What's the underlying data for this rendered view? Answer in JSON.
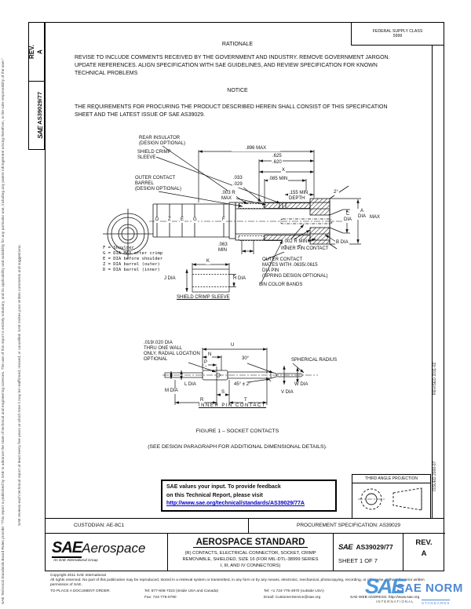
{
  "margins": {
    "disclaimer_left_1": "SAE Technical Standards Board Rules provide: \"This report is published by SAE to advance the state of technical and engineering sciences. The use of this report is entirely voluntary, and its applicability and suitability for any particular use, including any patent infringement arising therefrom, is the sole responsibility of the user.\"",
    "disclaimer_left_2": "SAE reviews each technical report at least every five years at which time it may be reaffirmed, revised, or cancelled. SAE invites your written comments and suggestions.",
    "revised": "REVISED 2011-02",
    "issued": "ISSUED 2000-07"
  },
  "sidebar": {
    "rev_block": "REV.\nA",
    "brand": "SAE",
    "doc_number": "AS39029/77"
  },
  "header": {
    "fsc_line1": "FEDERAL SUPPLY CLASS",
    "fsc_line2": "5999",
    "rationale_title": "RATIONALE",
    "rationale_body": "REVISE TO INCLUDE COMMENTS RECEIVED BY THE GOVERNMENT AND INDUSTRY. REMOVE GOVERNMENT JARGON. UPDATE REFERENCES. ALIGN SPECIFICATION WITH SAE GUIDELINES, AND REVIEW SPECIFICATION FOR KNOWN TECHNICAL PROBLEMS",
    "notice_title": "NOTICE",
    "notice_body": "THE REQUIREMENTS FOR PROCURING THE PRODUCT DESCRIBED HEREIN SHALL CONSIST OF THIS SPECIFICATION SHEET AND THE LATEST ISSUE OF SAE AS39029."
  },
  "figure": {
    "caption": "FIGURE 1 – SOCKET CONTACTS",
    "subcaption": "(SEE DESIGN PARAGRAPH FOR ADDITIONAL DIMENSIONAL DETAILS).",
    "labels": {
      "rear_insulator": "REAR INSULATOR\n(DESIGN OPTIONAL)",
      "shield_crimp_sleeve": "SHIELD CRIMP\nSLEEVE",
      "outer_contact_barrel": "OUTER CONTACT\nBARREL\n(DESIGN OPTIONAL)",
      "dim_896": ".896 MAX",
      "dim_625": ".625",
      "dim_620": ".620",
      "dim_x": "X",
      "dim_085": ".085 MIN",
      "dim_033": ".033",
      "dim_029": ".029",
      "dim_003r": ".003 R\nMAX",
      "dim_155": ".155 MIN\nDEPTH",
      "angle_2": "2°",
      "dim_c": "C\nDIA",
      "dim_a": "A\nDIA",
      "dim_a_max": "MAX",
      "dim_b": "B DIA",
      "dim_063": ".063\nMIN",
      "dim_002r": ".002 R MIN",
      "inner_pin_contact": "INNER PIN CONTACT",
      "outer_contact_mates": "OUTER CONTACT\nMATES WITH .0635/.0615\nDIA PIN\n(SPRING DESIGN OPTIONAL)",
      "bin_color_bands": "BIN COLOR BANDS",
      "letter_d": "D",
      "letter_z": "Z",
      "letter_e": "E",
      "letter_g": "G",
      "letter_f": "F",
      "legend": "F = Shoulder\nG = DIA MAX after crimp\nE = DIA before shoulder\nZ = DIA barrel (outer)\nD = DIA barrel (inner)",
      "sleeve_k": "K",
      "sleeve_j": "J DIA",
      "sleeve_h": "H DIA",
      "sleeve_caption": "SHIELD CRIMP SLEEVE",
      "pin_hole_note": ".019/.020 DIA\nTHRU ONE WALL\nONLY, RADIAL LOCATION\nOPTIONAL",
      "pin_u": "U",
      "pin_n": "N",
      "pin_p": "P",
      "pin_angle30": "30°",
      "spherical_radius": "SPHERICAL RADIUS",
      "pin_l": "L DIA",
      "pin_m": "M DIA",
      "pin_angle45": "45° ± 2°",
      "pin_s": "S",
      "pin_r": "R",
      "pin_t": "T",
      "pin_w": "W DIA",
      "pin_v": "V DIA",
      "pin_caption": "INNER PIN CONTACT"
    }
  },
  "feedback": {
    "line1": "SAE values your input. To provide feedback",
    "line2": "on this Technical Report, please visit",
    "link": "http://www.sae.org/technical/standards/AS39029/77A"
  },
  "projection": {
    "title": "THIRD ANGLE PROJECTION"
  },
  "title_block": {
    "custodian": "CUSTODIAN: AE-8C1",
    "procurement": "PROCUREMENT SPECIFICATION: AS39029",
    "brand": "SAE",
    "logo_main": "Aerospace",
    "logo_sub": "An SAE International Group",
    "standard_title": "AEROSPACE STANDARD",
    "standard_subtitle": "(R) CONTACTS, ELECTRICAL CONNECTOR, SOCKET, CRIMP\nREMOVABLE, SHIELDED, SIZE 16 (FOR MIL-DTL-38999 SERIES\nI, III, AND IV CONNECTORS)",
    "doc_id": "AS39029/77",
    "sheet": "SHEET 1 OF 7",
    "rev_label": "REV.",
    "rev_value": "A"
  },
  "footer": {
    "copyright": "Copyright 2011 SAE International",
    "rights": "All rights reserved. No part of this publication may be reproduced, stored in a retrieval system or transmitted, in any form or by any means, electronic, mechanical, photocopying, recording, or otherwise, without the prior written permission of SAE.",
    "order_label": "TO PLACE A DOCUMENT ORDER:",
    "tel1": "Tel: 877-606-7323 (inside USA and Canada)",
    "tel2": "Tel: +1 724-776-4970 (outside USA)",
    "fax": "Fax: 724-776-0790",
    "email": "Email: CustomerService@sae.org",
    "web": "SAE WEB ADDRESS: http://www.sae.org"
  },
  "watermark": {
    "brand": "SAE",
    "text": "SAE NORM",
    "sub_left": "INTERNATIONAL",
    "sub_right": "STANDARDS"
  }
}
